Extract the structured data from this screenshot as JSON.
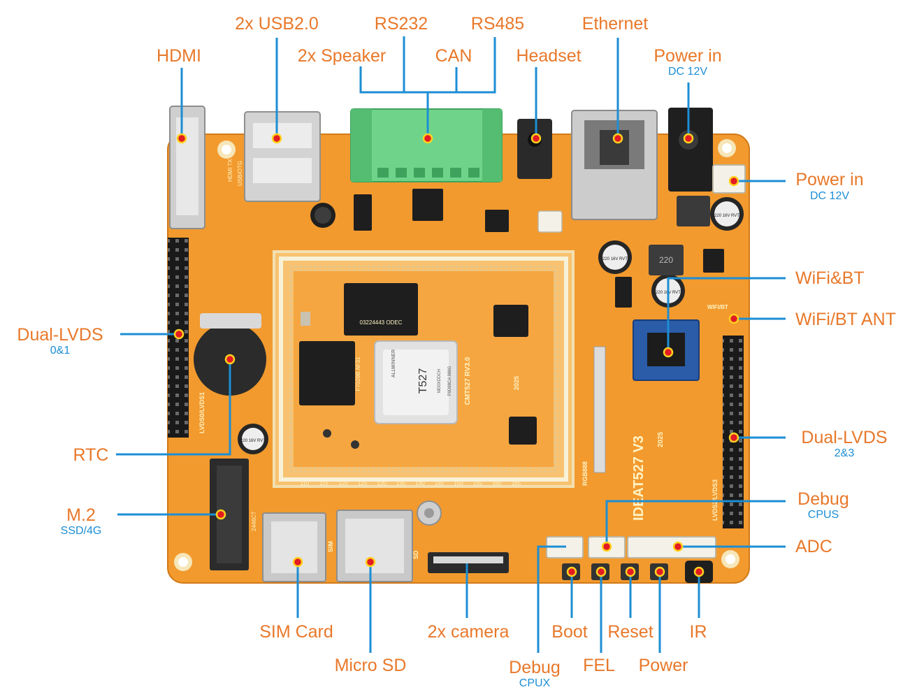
{
  "callouts": {
    "hdmi": {
      "label": "HDMI"
    },
    "usb": {
      "label": "2x USB2.0"
    },
    "rs232": {
      "label": "RS232"
    },
    "rs485": {
      "label": "RS485"
    },
    "speaker": {
      "label": "2x Speaker"
    },
    "can": {
      "label": "CAN"
    },
    "headset": {
      "label": "Headset"
    },
    "ethernet": {
      "label": "Ethernet"
    },
    "power_in_top": {
      "label": "Power in",
      "sub": "DC 12V"
    },
    "power_in_right": {
      "label": "Power in",
      "sub": "DC 12V"
    },
    "wifi_bt": {
      "label": "WiFi&BT"
    },
    "wifi_ant": {
      "label": "WiFi/BT ANT"
    },
    "lvds_left": {
      "label": "Dual-LVDS",
      "sub": "0&1"
    },
    "lvds_right": {
      "label": "Dual-LVDS",
      "sub": "2&3"
    },
    "rtc": {
      "label": "RTC"
    },
    "m2": {
      "label": "M.2",
      "sub": "SSD/4G"
    },
    "debug_cpus": {
      "label": "Debug",
      "sub": "CPUS"
    },
    "adc": {
      "label": "ADC"
    },
    "sim": {
      "label": "SIM Card"
    },
    "microsd": {
      "label": "Micro SD"
    },
    "camera": {
      "label": "2x camera"
    },
    "boot": {
      "label": "Boot"
    },
    "reset": {
      "label": "Reset"
    },
    "ir": {
      "label": "IR"
    },
    "debug_cpux": {
      "label": "Debug",
      "sub": "CPUX"
    },
    "fel": {
      "label": "FEL"
    },
    "power_btn": {
      "label": "Power"
    }
  },
  "board": {
    "soc_brand": "ALLWINNER",
    "soc_name": "T527",
    "soc_code": "MD0XDDCH",
    "soc_batch": "P9D98CA 986G",
    "core_name": "CMT527 RV3.0",
    "core_year": "2025",
    "board_name": "IDEAT527 V3",
    "board_year": "2025",
    "ram_top": "03224443 ODEC",
    "ram_left": "F7029B AF31",
    "silk_hdmi": "HDMI TX",
    "silk_usb": "USB/OTG",
    "silk_lvds_left": "LVDS0/LVDS1",
    "silk_lvds_right": "LVDS2/LVDS3",
    "silk_rgb": "RGB888",
    "silk_wifi": "WIFI/BT",
    "silk_sim": "SIM",
    "silk_sd": "SD",
    "silk_m2": "2446CT",
    "silk_cap": "220 16V RVT",
    "silk_inductor": "220",
    "tick_labels": [
      "110",
      "115",
      "120",
      "125",
      "130",
      "135",
      "140",
      "145",
      "150",
      "155",
      "160",
      "165"
    ]
  },
  "colors": {
    "label": "#e8782a",
    "sublabel": "#1c8ed4",
    "leader": "#1c8ed4",
    "board": "#f29a2e",
    "marker": "#e31b23"
  }
}
